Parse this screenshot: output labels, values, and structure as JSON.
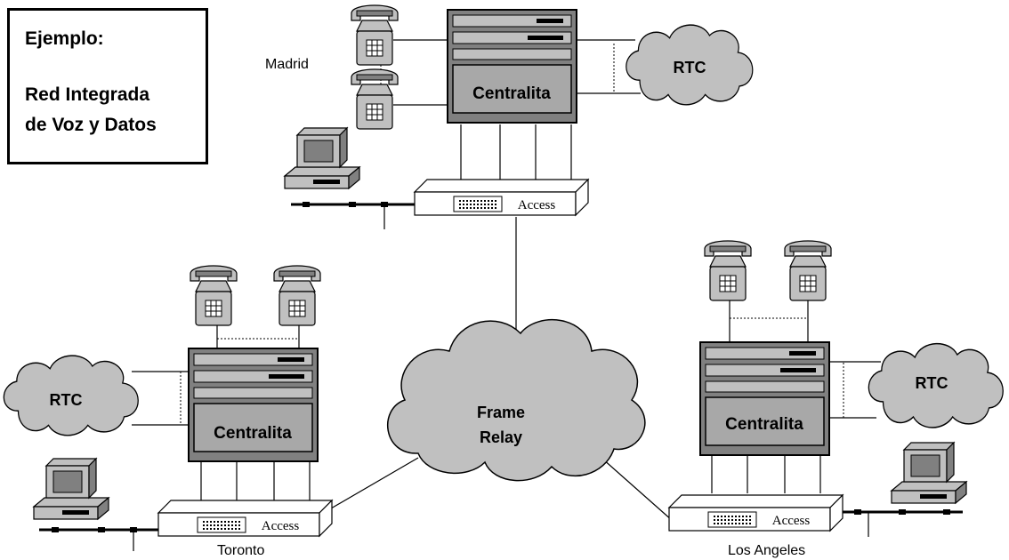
{
  "title_box": {
    "line1": "Ejemplo:",
    "line2": "Red Integrada",
    "line3": "de Voz y Datos"
  },
  "sites": {
    "madrid": {
      "city": "Madrid",
      "pbx": "Centralita",
      "network": "RTC",
      "access": "Access"
    },
    "toronto": {
      "city": "Toronto",
      "pbx": "Centralita",
      "network": "RTC",
      "access": "Access"
    },
    "losangeles": {
      "city": "Los Angeles",
      "pbx": "Centralita",
      "network": "RTC",
      "access": "Access"
    }
  },
  "core": {
    "line1": "Frame",
    "line2": "Relay"
  },
  "colors": {
    "cloud": "#c0c0c0",
    "device": "#c0c0c0",
    "device_dark": "#808080",
    "stroke": "#000000"
  }
}
